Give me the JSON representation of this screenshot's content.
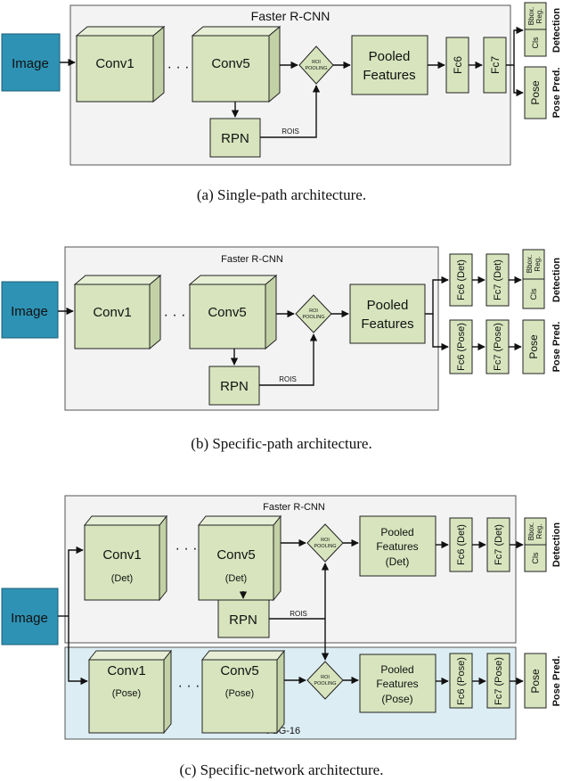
{
  "colors": {
    "panel": "#f3f3f3",
    "vgg_panel": "#dcedf3",
    "box": "#d7e4bd",
    "image_box": "#2e92b4"
  },
  "common": {
    "image": "Image",
    "conv1": "Conv1",
    "conv5": "Conv5",
    "dots": "· · ·",
    "rpn": "RPN",
    "rois": "ROIS",
    "roi_pool_1": "ROI",
    "roi_pool_2": "POOLING",
    "pooled_1": "Pooled",
    "pooled_2": "Features",
    "fc6": "Fc6",
    "fc7": "Fc7",
    "bbox_1": "Bbox.",
    "bbox_2": "Reg.",
    "cls": "Cls",
    "pose": "Pose",
    "detection": "Detection",
    "pose_pred": "Pose Pred.",
    "faster_rcnn": "Faster R-CNN"
  },
  "panel_b": {
    "fc6_det": "Fc6 (Det)",
    "fc7_det": "Fc7 (Det)",
    "fc6_pose": "Fc6 (Pose)",
    "fc7_pose": "Fc7 (Pose)"
  },
  "panel_c": {
    "det": "(Det)",
    "pose_tag": "(Pose)",
    "vgg": "VGG-16"
  },
  "captions": {
    "a": "(a) Single-path architecture.",
    "b": "(b) Specific-path architecture.",
    "c": "(c) Specific-network architecture."
  }
}
